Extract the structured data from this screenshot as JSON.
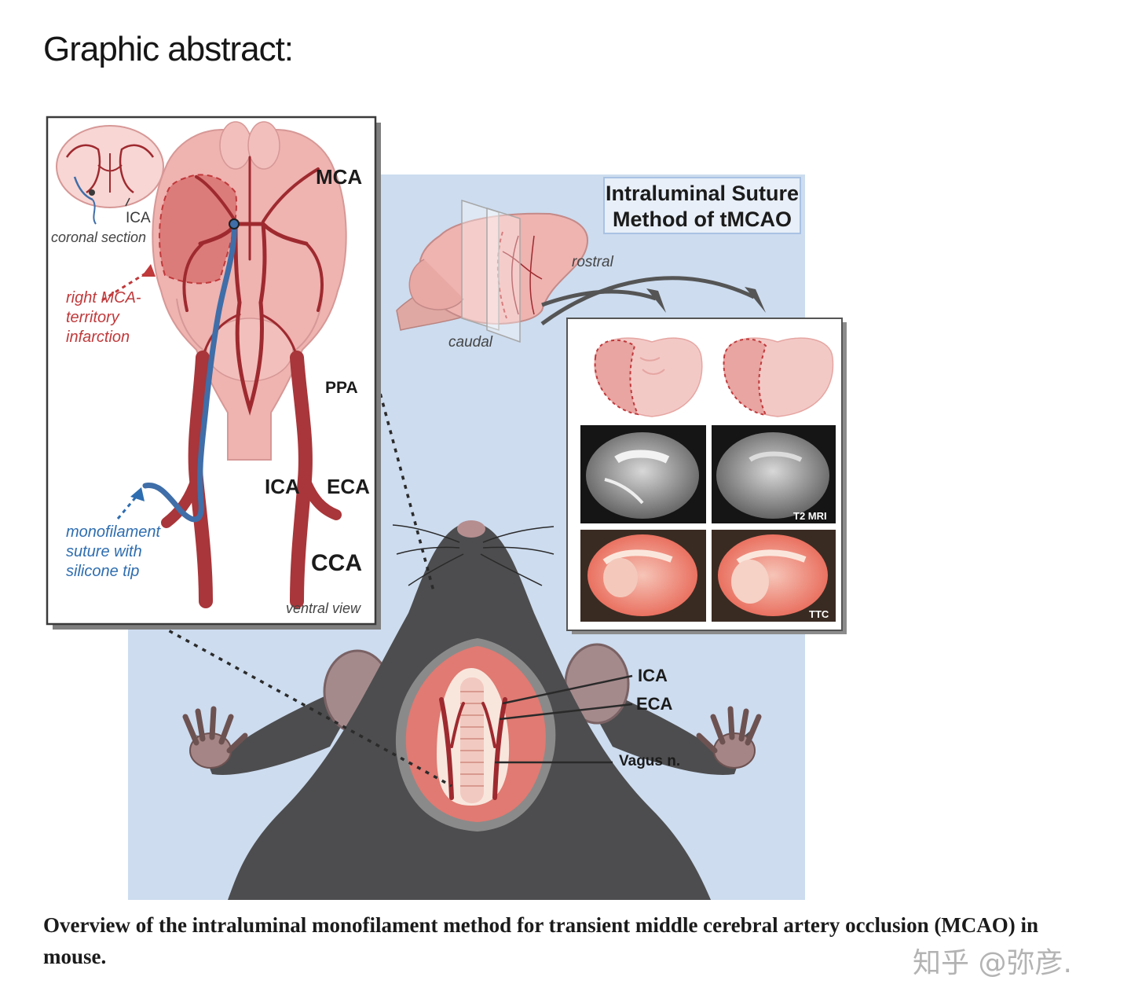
{
  "heading": "Graphic abstract:",
  "title_box": {
    "line1": "Intraluminal Suture",
    "line2": "Method of  tMCAO"
  },
  "brain_panel": {
    "mca": "MCA",
    "ica_small": "ICA",
    "coronal_section": "coronal section",
    "infarction": "right MCA-territory infarction",
    "ppa": "PPA",
    "ica": "ICA",
    "eca": "ECA",
    "cca": "CCA",
    "suture": "monofilament suture with silicone tip",
    "ventral_view": "ventral view"
  },
  "orientation": {
    "rostral": "rostral",
    "caudal": "caudal"
  },
  "imaging": {
    "t2": "T2 MRI",
    "ttc": "TTC"
  },
  "mouse_labels": {
    "ica": "ICA",
    "eca": "ECA",
    "vagus": "Vagus n."
  },
  "caption": "Overview of the intraluminal monofilament method for transient middle cerebral artery occlusion (MCAO) in mouse.",
  "watermark": "知乎 @弥彦.",
  "colors": {
    "background_panel": "#cddcef",
    "brain_pink": "#efb3b0",
    "artery_red": "#9e2a2f",
    "suture_blue": "#3f6ea8",
    "mouse_gray": "#4d4d4f",
    "infarct_red": "#d66a68"
  }
}
